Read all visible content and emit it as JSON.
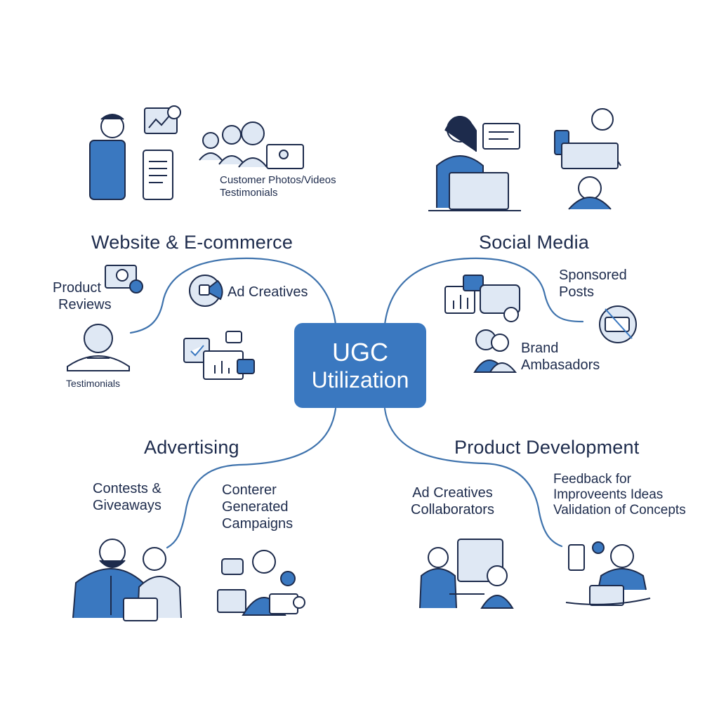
{
  "center": {
    "line1": "UGC",
    "line2": "Utilization"
  },
  "headings": {
    "website": "Website & E-commerce",
    "social": "Social Media",
    "advertising": "Advertising",
    "product": "Product Development"
  },
  "labels": {
    "customer_photos": [
      "Customer Photos/Videos",
      "Testimonials"
    ],
    "product_reviews": [
      "Product",
      "Reviews"
    ],
    "ad_creatives_top": "Ad Creatives",
    "testimonials": "Testimonials",
    "sponsored_posts": [
      "Sponsored",
      "Posts"
    ],
    "brand_ambassadors": [
      "Brand",
      "Ambasadors"
    ],
    "contests": [
      "Contests &",
      "Giveaways"
    ],
    "conterer": [
      "Conterer",
      "Generated",
      "Campaigns"
    ],
    "ad_collab": [
      "Ad Creatives",
      "Collaborators"
    ],
    "feedback": [
      "Feedback for",
      "Improveents Ideas",
      "Validation of Concepts"
    ]
  },
  "colors": {
    "accent": "#3a78c0",
    "ink": "#1d2b4c",
    "line": "#3f73ad",
    "fill_light": "#dfe8f4"
  }
}
